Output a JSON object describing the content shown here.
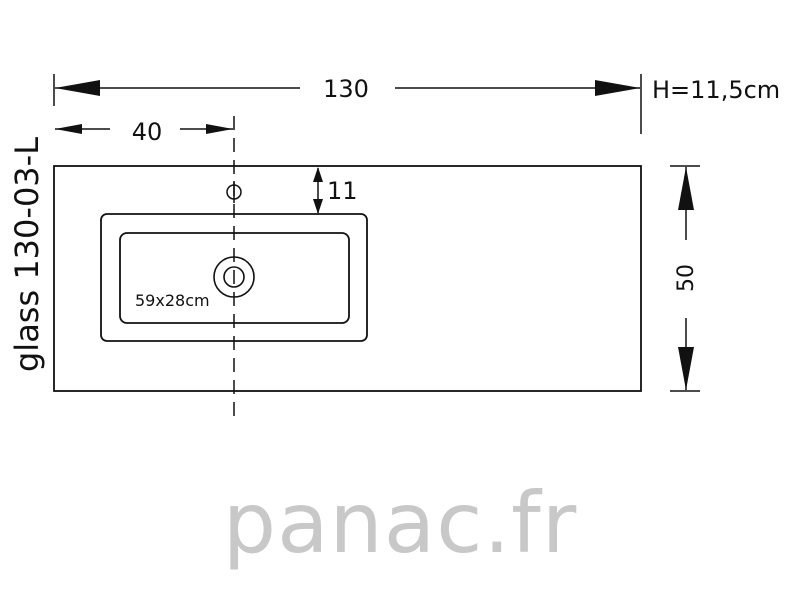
{
  "model_label": "glass 130-03-L",
  "dimensions": {
    "total_width": "130",
    "height_note": "H=11,5cm",
    "left_offset": "40",
    "tap_offset": "11",
    "depth": "50",
    "basin_size": "59x28cm"
  },
  "watermark": "panac.fr",
  "colors": {
    "line": "#111111",
    "watermark": "#c8c8c8"
  }
}
